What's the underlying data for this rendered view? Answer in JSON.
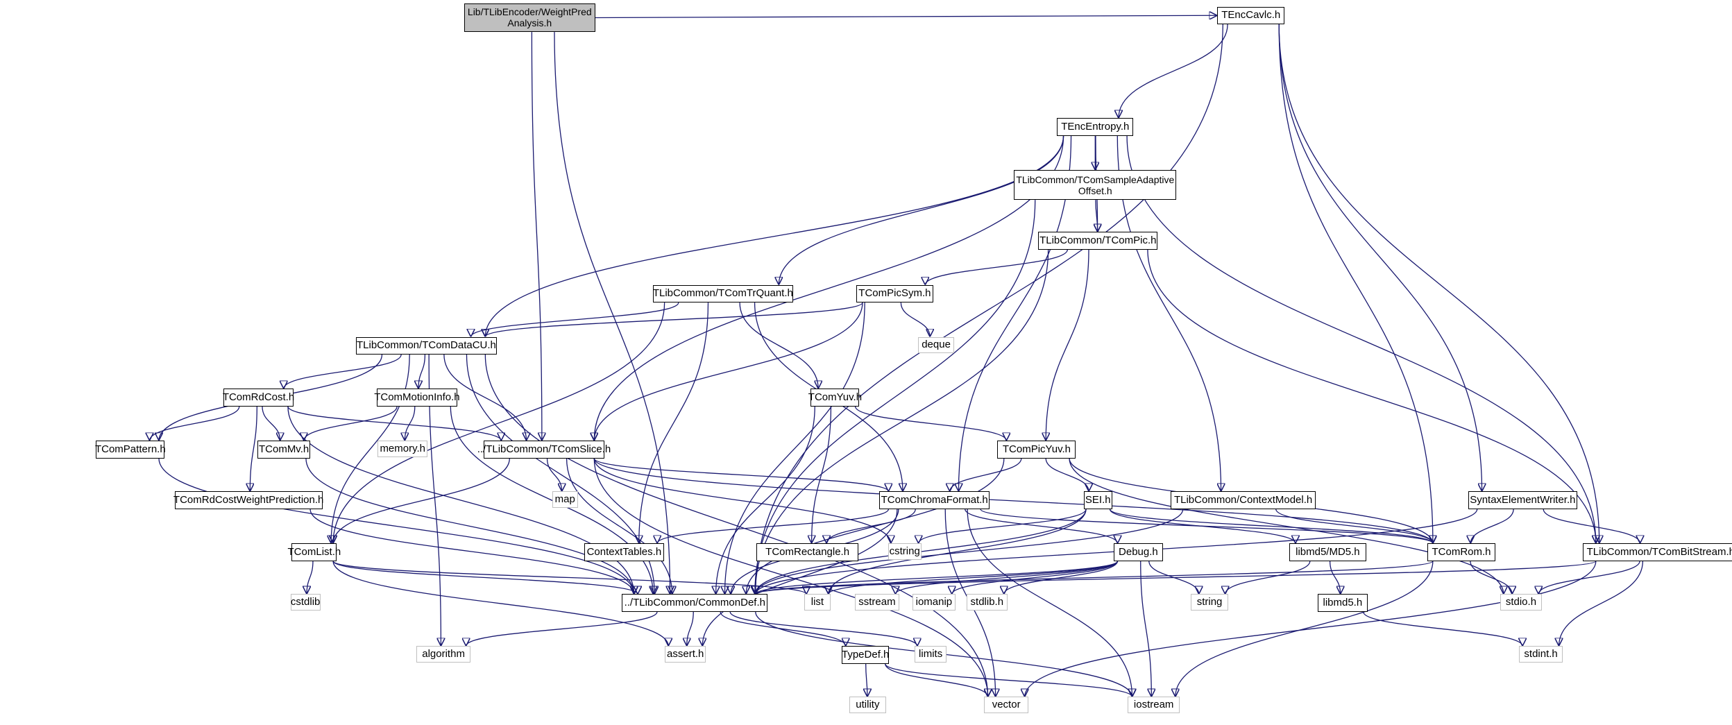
{
  "diagram": {
    "title": "Lib/TLibEncoder/WeightPredAnalysis.h include dependency graph",
    "colors": {
      "edge": "#191970",
      "root_fill": "#bfbfbf",
      "project_border": "#000000",
      "system_border": "#bfbfbf"
    },
    "nodes": [
      {
        "id": "root",
        "label": "Lib/TLibEncoder/WeightPred\nAnalysis.h",
        "kind": "root"
      },
      {
        "id": "TEncCavlc",
        "label": "TEncCavlc.h",
        "kind": "proj"
      },
      {
        "id": "TEncEntropy",
        "label": "TEncEntropy.h",
        "kind": "proj"
      },
      {
        "id": "TComSAO",
        "label": "TLibCommon/TComSampleAdaptive\nOffset.h",
        "kind": "proj"
      },
      {
        "id": "TComPic",
        "label": "TLibCommon/TComPic.h",
        "kind": "proj"
      },
      {
        "id": "TComTrQuant",
        "label": "TLibCommon/TComTrQuant.h",
        "kind": "proj"
      },
      {
        "id": "TComPicSym",
        "label": "TComPicSym.h",
        "kind": "proj"
      },
      {
        "id": "deque",
        "label": "deque",
        "kind": "sys"
      },
      {
        "id": "TComDataCU",
        "label": "TLibCommon/TComDataCU.h",
        "kind": "proj"
      },
      {
        "id": "TComRdCost",
        "label": "TComRdCost.h",
        "kind": "proj"
      },
      {
        "id": "TComMotionInfo",
        "label": "TComMotionInfo.h",
        "kind": "proj"
      },
      {
        "id": "TComYuv",
        "label": "TComYuv.h",
        "kind": "proj"
      },
      {
        "id": "TComPattern",
        "label": "TComPattern.h",
        "kind": "proj"
      },
      {
        "id": "TComMv",
        "label": "TComMv.h",
        "kind": "proj"
      },
      {
        "id": "memory",
        "label": "memory.h",
        "kind": "sys"
      },
      {
        "id": "TComSlice",
        "label": "../TLibCommon/TComSlice.h",
        "kind": "proj"
      },
      {
        "id": "TComPicYuv",
        "label": "TComPicYuv.h",
        "kind": "proj"
      },
      {
        "id": "map",
        "label": "map",
        "kind": "sys"
      },
      {
        "id": "TComRdCostWP",
        "label": "TComRdCostWeightPrediction.h",
        "kind": "proj"
      },
      {
        "id": "TComChromaFormat",
        "label": "TComChromaFormat.h",
        "kind": "proj"
      },
      {
        "id": "SEI",
        "label": "SEI.h",
        "kind": "proj"
      },
      {
        "id": "ContextModel",
        "label": "TLibCommon/ContextModel.h",
        "kind": "proj"
      },
      {
        "id": "SyntaxElementWriter",
        "label": "SyntaxElementWriter.h",
        "kind": "proj"
      },
      {
        "id": "TComList",
        "label": "TComList.h",
        "kind": "proj"
      },
      {
        "id": "ContextTables",
        "label": "ContextTables.h",
        "kind": "proj"
      },
      {
        "id": "TComRectangle",
        "label": "TComRectangle.h",
        "kind": "proj"
      },
      {
        "id": "cstring",
        "label": "cstring",
        "kind": "sys"
      },
      {
        "id": "Debug",
        "label": "Debug.h",
        "kind": "proj"
      },
      {
        "id": "MD5",
        "label": "libmd5/MD5.h",
        "kind": "proj"
      },
      {
        "id": "TComRom",
        "label": "TComRom.h",
        "kind": "proj"
      },
      {
        "id": "TComBitStream",
        "label": "TLibCommon/TComBitStream.h",
        "kind": "proj"
      },
      {
        "id": "cstdlib",
        "label": "cstdlib",
        "kind": "sys"
      },
      {
        "id": "CommonDef",
        "label": "../TLibCommon/CommonDef.h",
        "kind": "proj"
      },
      {
        "id": "list",
        "label": "list",
        "kind": "sys"
      },
      {
        "id": "sstream",
        "label": "sstream",
        "kind": "sys"
      },
      {
        "id": "iomanip",
        "label": "iomanip",
        "kind": "sys"
      },
      {
        "id": "stdlib",
        "label": "stdlib.h",
        "kind": "sys"
      },
      {
        "id": "string",
        "label": "string",
        "kind": "sys"
      },
      {
        "id": "libmd5",
        "label": "libmd5.h",
        "kind": "proj"
      },
      {
        "id": "stdio",
        "label": "stdio.h",
        "kind": "sys"
      },
      {
        "id": "algorithm",
        "label": "algorithm",
        "kind": "sys"
      },
      {
        "id": "assert",
        "label": "assert.h",
        "kind": "sys"
      },
      {
        "id": "TypeDef",
        "label": "TypeDef.h",
        "kind": "proj"
      },
      {
        "id": "limits",
        "label": "limits",
        "kind": "sys"
      },
      {
        "id": "stdint",
        "label": "stdint.h",
        "kind": "sys"
      },
      {
        "id": "utility",
        "label": "utility",
        "kind": "sys"
      },
      {
        "id": "vector",
        "label": "vector",
        "kind": "sys"
      },
      {
        "id": "iostream",
        "label": "iostream",
        "kind": "sys"
      }
    ],
    "edges": [
      [
        "root",
        "TEncCavlc"
      ],
      [
        "root",
        "TComSlice"
      ],
      [
        "root",
        "CommonDef"
      ],
      [
        "TEncCavlc",
        "TEncEntropy"
      ],
      [
        "TEncCavlc",
        "CommonDef"
      ],
      [
        "TEncCavlc",
        "TComRom"
      ],
      [
        "TEncCavlc",
        "SyntaxElementWriter"
      ],
      [
        "TEncCavlc",
        "TComBitStream"
      ],
      [
        "TEncEntropy",
        "TComSAO"
      ],
      [
        "TEncEntropy",
        "TComPic"
      ],
      [
        "TEncEntropy",
        "TComTrQuant"
      ],
      [
        "TEncEntropy",
        "TComDataCU"
      ],
      [
        "TEncEntropy",
        "TComSlice"
      ],
      [
        "TEncEntropy",
        "TComChromaFormat"
      ],
      [
        "TEncEntropy",
        "ContextModel"
      ],
      [
        "TEncEntropy",
        "TComBitStream"
      ],
      [
        "TComSAO",
        "TComPic"
      ],
      [
        "TComSAO",
        "CommonDef"
      ],
      [
        "TComPic",
        "TComPicSym"
      ],
      [
        "TComPic",
        "TComPicYuv"
      ],
      [
        "TComPic",
        "CommonDef"
      ],
      [
        "TComPic",
        "TComBitStream"
      ],
      [
        "TComTrQuant",
        "TComDataCU"
      ],
      [
        "TComTrQuant",
        "TComYuv"
      ],
      [
        "TComTrQuant",
        "TComChromaFormat"
      ],
      [
        "TComTrQuant",
        "ContextTables"
      ],
      [
        "TComTrQuant",
        "TComList"
      ],
      [
        "TComPicSym",
        "TComDataCU"
      ],
      [
        "TComPicSym",
        "TComSlice"
      ],
      [
        "TComPicSym",
        "deque"
      ],
      [
        "TComPicSym",
        "CommonDef"
      ],
      [
        "TComDataCU",
        "TComRdCost"
      ],
      [
        "TComDataCU",
        "TComMotionInfo"
      ],
      [
        "TComDataCU",
        "TComPattern"
      ],
      [
        "TComDataCU",
        "TComSlice"
      ],
      [
        "TComDataCU",
        "CommonDef"
      ],
      [
        "TComDataCU",
        "vector"
      ],
      [
        "TComDataCU",
        "algorithm"
      ],
      [
        "TComDataCU",
        "TComList"
      ],
      [
        "TComRdCost",
        "TComPattern"
      ],
      [
        "TComRdCost",
        "TComMv"
      ],
      [
        "TComRdCost",
        "TComRdCostWP"
      ],
      [
        "TComRdCost",
        "TComSlice"
      ],
      [
        "TComRdCost",
        "CommonDef"
      ],
      [
        "TComMotionInfo",
        "TComMv"
      ],
      [
        "TComMotionInfo",
        "memory"
      ],
      [
        "TComMotionInfo",
        "CommonDef"
      ],
      [
        "TComYuv",
        "TComPicYuv"
      ],
      [
        "TComYuv",
        "TComRectangle"
      ],
      [
        "TComYuv",
        "CommonDef"
      ],
      [
        "TComPattern",
        "CommonDef"
      ],
      [
        "TComMv",
        "CommonDef"
      ],
      [
        "TComRdCostWP",
        "CommonDef"
      ],
      [
        "TComSlice",
        "map"
      ],
      [
        "TComSlice",
        "TComChromaFormat"
      ],
      [
        "TComSlice",
        "TComRom"
      ],
      [
        "TComSlice",
        "CommonDef"
      ],
      [
        "TComSlice",
        "TComList"
      ],
      [
        "TComSlice",
        "cstring"
      ],
      [
        "TComSlice",
        "vector"
      ],
      [
        "TComPicYuv",
        "TComChromaFormat"
      ],
      [
        "TComPicYuv",
        "SEI"
      ],
      [
        "TComPicYuv",
        "TComRom"
      ],
      [
        "TComPicYuv",
        "CommonDef"
      ],
      [
        "TComPicYuv",
        "stdio"
      ],
      [
        "TComChromaFormat",
        "ContextTables"
      ],
      [
        "TComChromaFormat",
        "TComRectangle"
      ],
      [
        "TComChromaFormat",
        "Debug"
      ],
      [
        "TComChromaFormat",
        "CommonDef"
      ],
      [
        "TComChromaFormat",
        "TComRom"
      ],
      [
        "TComChromaFormat",
        "assert"
      ],
      [
        "TComChromaFormat",
        "iostream"
      ],
      [
        "TComChromaFormat",
        "vector"
      ],
      [
        "SEI",
        "cstring"
      ],
      [
        "SEI",
        "MD5"
      ],
      [
        "SEI",
        "TComRom"
      ],
      [
        "SEI",
        "CommonDef"
      ],
      [
        "SEI",
        "list"
      ],
      [
        "ContextModel",
        "CommonDef"
      ],
      [
        "ContextModel",
        "TComRom"
      ],
      [
        "SyntaxElementWriter",
        "TComRom"
      ],
      [
        "SyntaxElementWriter",
        "TComBitStream"
      ],
      [
        "SyntaxElementWriter",
        "CommonDef"
      ],
      [
        "TComList",
        "cstdlib"
      ],
      [
        "TComList",
        "CommonDef"
      ],
      [
        "TComList",
        "assert"
      ],
      [
        "TComList",
        "list"
      ],
      [
        "Debug",
        "CommonDef"
      ],
      [
        "Debug",
        "list"
      ],
      [
        "Debug",
        "sstream"
      ],
      [
        "Debug",
        "iomanip"
      ],
      [
        "Debug",
        "stdlib"
      ],
      [
        "Debug",
        "string"
      ],
      [
        "Debug",
        "iostream"
      ],
      [
        "MD5",
        "libmd5"
      ],
      [
        "MD5",
        "string"
      ],
      [
        "TComRom",
        "CommonDef"
      ],
      [
        "TComRom",
        "stdio"
      ],
      [
        "TComRom",
        "iostream"
      ],
      [
        "TComBitStream",
        "CommonDef"
      ],
      [
        "TComBitStream",
        "stdio"
      ],
      [
        "TComBitStream",
        "stdint"
      ],
      [
        "TComBitStream",
        "vector"
      ],
      [
        "libmd5",
        "stdint"
      ],
      [
        "CommonDef",
        "algorithm"
      ],
      [
        "CommonDef",
        "assert"
      ],
      [
        "CommonDef",
        "TypeDef"
      ],
      [
        "CommonDef",
        "limits"
      ],
      [
        "CommonDef",
        "iostream"
      ],
      [
        "TypeDef",
        "utility"
      ],
      [
        "TypeDef",
        "vector"
      ],
      [
        "TypeDef",
        "iostream"
      ]
    ]
  }
}
